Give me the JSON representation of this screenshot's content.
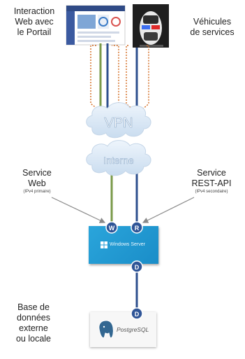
{
  "labels": {
    "web_portal": [
      "Interaction",
      "Web avec",
      "le Portail"
    ],
    "vehicles": [
      "Véhicules",
      "de services"
    ],
    "service_web": [
      "Service",
      "Web"
    ],
    "service_web_sub": "(IPv4 primaire)",
    "service_rest": [
      "Service",
      "REST-API"
    ],
    "service_rest_sub": "(IPv4 secondaire)",
    "database": [
      "Base de",
      "données",
      "externe",
      "ou locale"
    ]
  },
  "clouds": {
    "vpn": "VPN",
    "internet": "Interne"
  },
  "nodes": {
    "w": "W",
    "r": "R",
    "d1": "D",
    "d2": "D"
  },
  "servers": {
    "windows": "Windows Server",
    "postgres": "PostgreSQL"
  },
  "colors": {
    "green_line": "#7a9a4a",
    "blue_line": "#2d4f8e",
    "orange_dashed": "#d2691e",
    "node_fill": "#2f5597",
    "windows_panel": "#1a8dc8",
    "cloud_fill": "#dceaf7"
  }
}
